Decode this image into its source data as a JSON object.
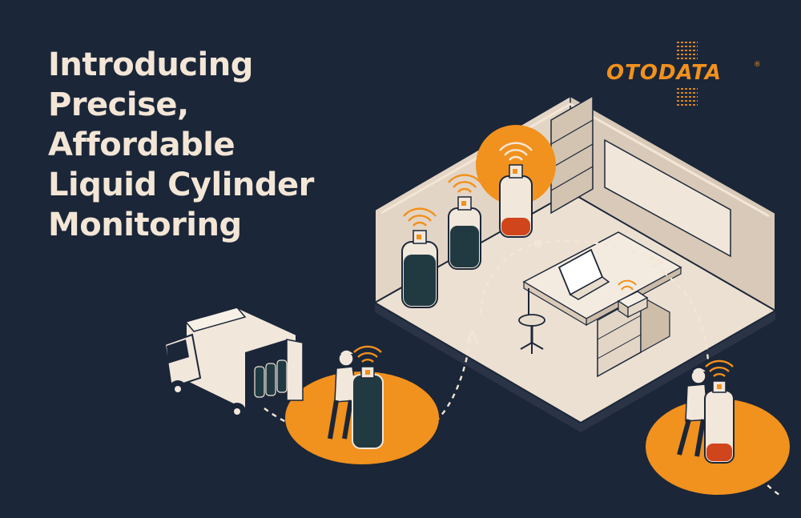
{
  "headline": {
    "line1": "Introducing",
    "line2": "Precise,",
    "line3": "Affordable",
    "line4": "Liquid Cylinder",
    "line5": "Monitoring"
  },
  "logo": {
    "name": "OTODATA",
    "registered_mark": "®"
  },
  "colors": {
    "background": "#1b2638",
    "accent": "#f1911e",
    "headline_text": "#f3e6d6",
    "floor": "#ece0d2",
    "cylinder_dark": "#213a42",
    "liquid_low": "#d0451b"
  },
  "icons": [
    "wifi-signal-icon",
    "laptop-icon",
    "van-icon",
    "person-icon",
    "gas-cylinder-icon",
    "stool-icon"
  ]
}
